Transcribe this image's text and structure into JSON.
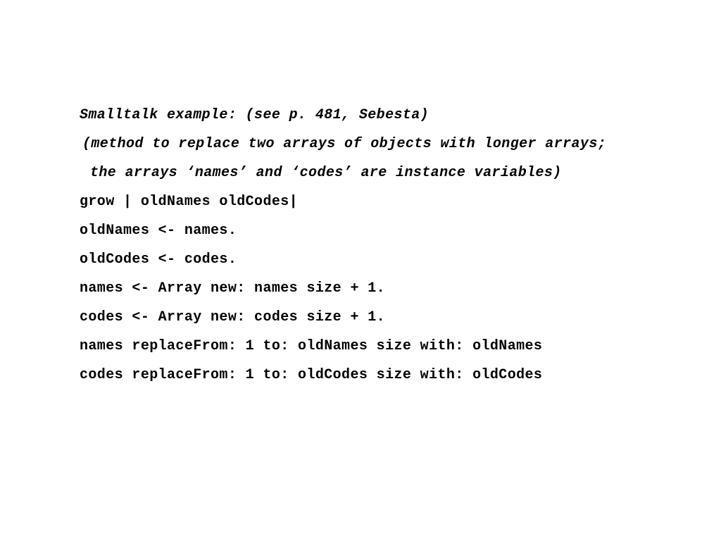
{
  "slide": {
    "heading": "Smalltalk example: (see p. 481, Sebesta)",
    "description_line_1": "(method to replace two arrays of objects with longer arrays;",
    "description_line_2": "the arrays ‘names’ and ‘codes’ are instance variables)",
    "code_lines": [
      "grow | oldNames oldCodes|",
      "oldNames <- names.",
      "oldCodes <- codes.",
      "names <- Array new: names size + 1.",
      "codes <- Array new: codes size + 1.",
      "names replaceFrom: 1 to: oldNames size with: oldNames",
      "codes replaceFrom: 1 to: oldCodes size with: oldCodes"
    ]
  }
}
